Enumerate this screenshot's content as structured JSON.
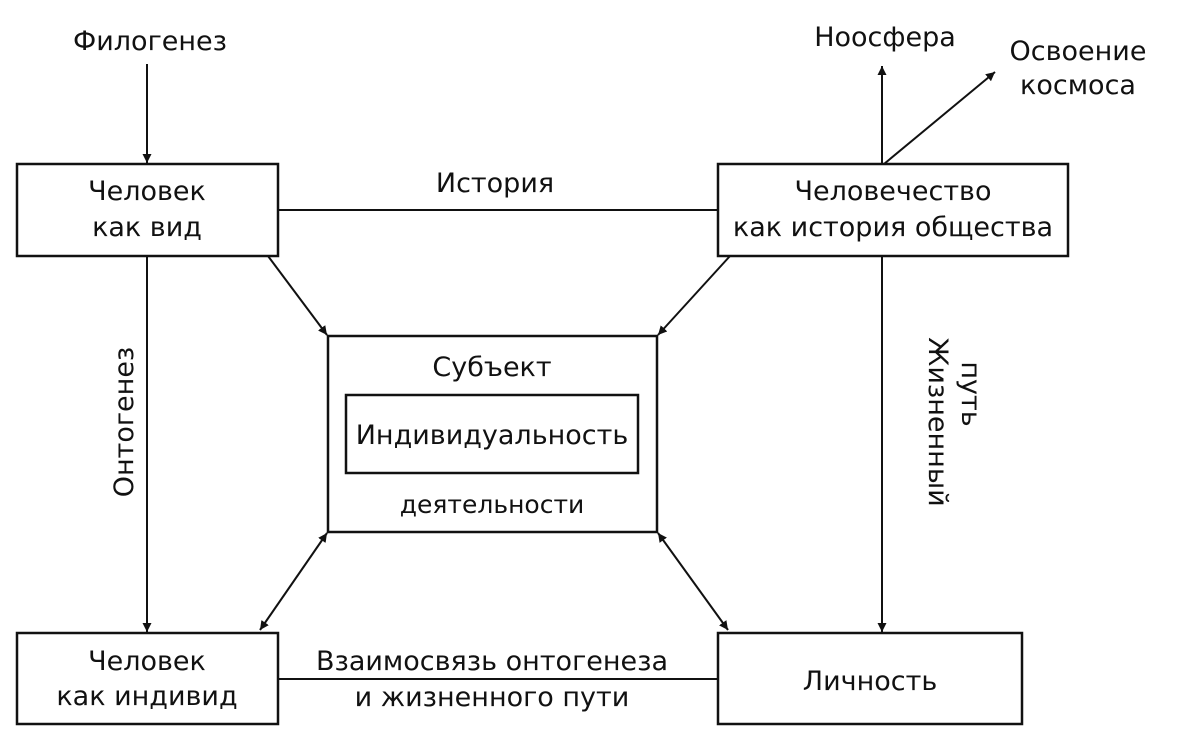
{
  "diagram": {
    "colors": {
      "ink": "#111111",
      "background": "#ffffff"
    },
    "nodes": {
      "species": {
        "line1": "Человек",
        "line2": "как вид"
      },
      "humanity": {
        "line1": "Человечество",
        "line2": "как история общества"
      },
      "subject": {
        "top": "Субъект",
        "inner": "Индивидуальность",
        "bottom": "деятельности"
      },
      "individual": {
        "line1": "Человек",
        "line2": "как индивид"
      },
      "personality": {
        "label": "Личность"
      }
    },
    "labels": {
      "phylogenesis": "Филогенез",
      "noosphere": "Ноосфера",
      "space_line1": "Освоение",
      "space_line2": "космоса",
      "history": "История",
      "ontogenesis": "Онтогенез",
      "life_path_line1": "Жизненный",
      "life_path_line2": "путь",
      "relation_line1": "Взаимосвязь онтогенеза",
      "relation_line2": "и жизненного пути"
    },
    "edges": [
      {
        "from": "phylogenesis",
        "to": "species",
        "type": "arrow"
      },
      {
        "from": "humanity",
        "to": "noosphere",
        "type": "arrow"
      },
      {
        "from": "humanity",
        "to": "space",
        "type": "arrow"
      },
      {
        "from": "species",
        "to": "humanity",
        "type": "line",
        "label": "history"
      },
      {
        "from": "species",
        "to": "individual",
        "type": "arrow",
        "label": "ontogenesis"
      },
      {
        "from": "humanity",
        "to": "personality",
        "type": "arrow",
        "label": "life_path"
      },
      {
        "from": "species",
        "to": "subject",
        "type": "arrow"
      },
      {
        "from": "humanity",
        "to": "subject",
        "type": "arrow"
      },
      {
        "from": "subject",
        "to": "individual",
        "type": "double-arrow"
      },
      {
        "from": "subject",
        "to": "personality",
        "type": "double-arrow"
      },
      {
        "from": "individual",
        "to": "personality",
        "type": "line",
        "label": "relation"
      }
    ]
  }
}
